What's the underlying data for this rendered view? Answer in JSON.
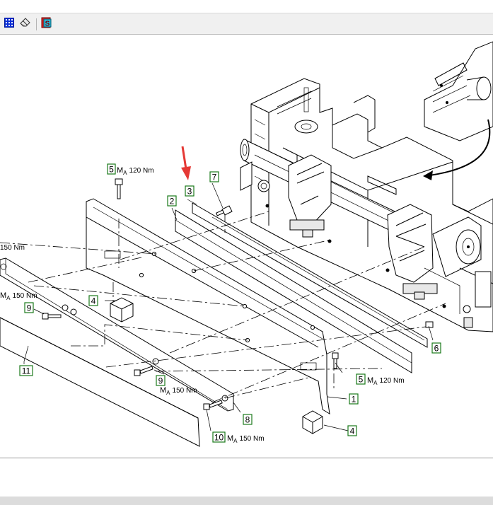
{
  "toolbar": {
    "buttons": [
      {
        "name": "select-grid-button",
        "icon": "grid-select-icon"
      },
      {
        "name": "eraser-button",
        "icon": "eraser-icon"
      },
      {
        "name": "export-s-button",
        "icon": "s-document-icon"
      }
    ]
  },
  "diagram": {
    "callouts": [
      {
        "id": "c5a",
        "label": "5"
      },
      {
        "id": "c3",
        "label": "3"
      },
      {
        "id": "c7",
        "label": "7"
      },
      {
        "id": "c2",
        "label": "2"
      },
      {
        "id": "c4a",
        "label": "4"
      },
      {
        "id": "c9a",
        "label": "9"
      },
      {
        "id": "c11",
        "label": "11"
      },
      {
        "id": "c9b",
        "label": "9"
      },
      {
        "id": "c10",
        "label": "10"
      },
      {
        "id": "c8",
        "label": "8"
      },
      {
        "id": "c5b",
        "label": "5"
      },
      {
        "id": "c1",
        "label": "1"
      },
      {
        "id": "c6",
        "label": "6"
      },
      {
        "id": "c4b",
        "label": "4"
      }
    ],
    "torque": {
      "prefix": "M",
      "subscript": "A",
      "t120a": "120 Nm",
      "t150left": "150 Nm",
      "t150mid": "150 Nm",
      "t150c9": "150 Nm",
      "t150c10": "150 Nm",
      "t120b": "120 Nm"
    },
    "colors": {
      "callout_border": "#1a7a1a",
      "pointer_arrow": "#e53935"
    }
  }
}
